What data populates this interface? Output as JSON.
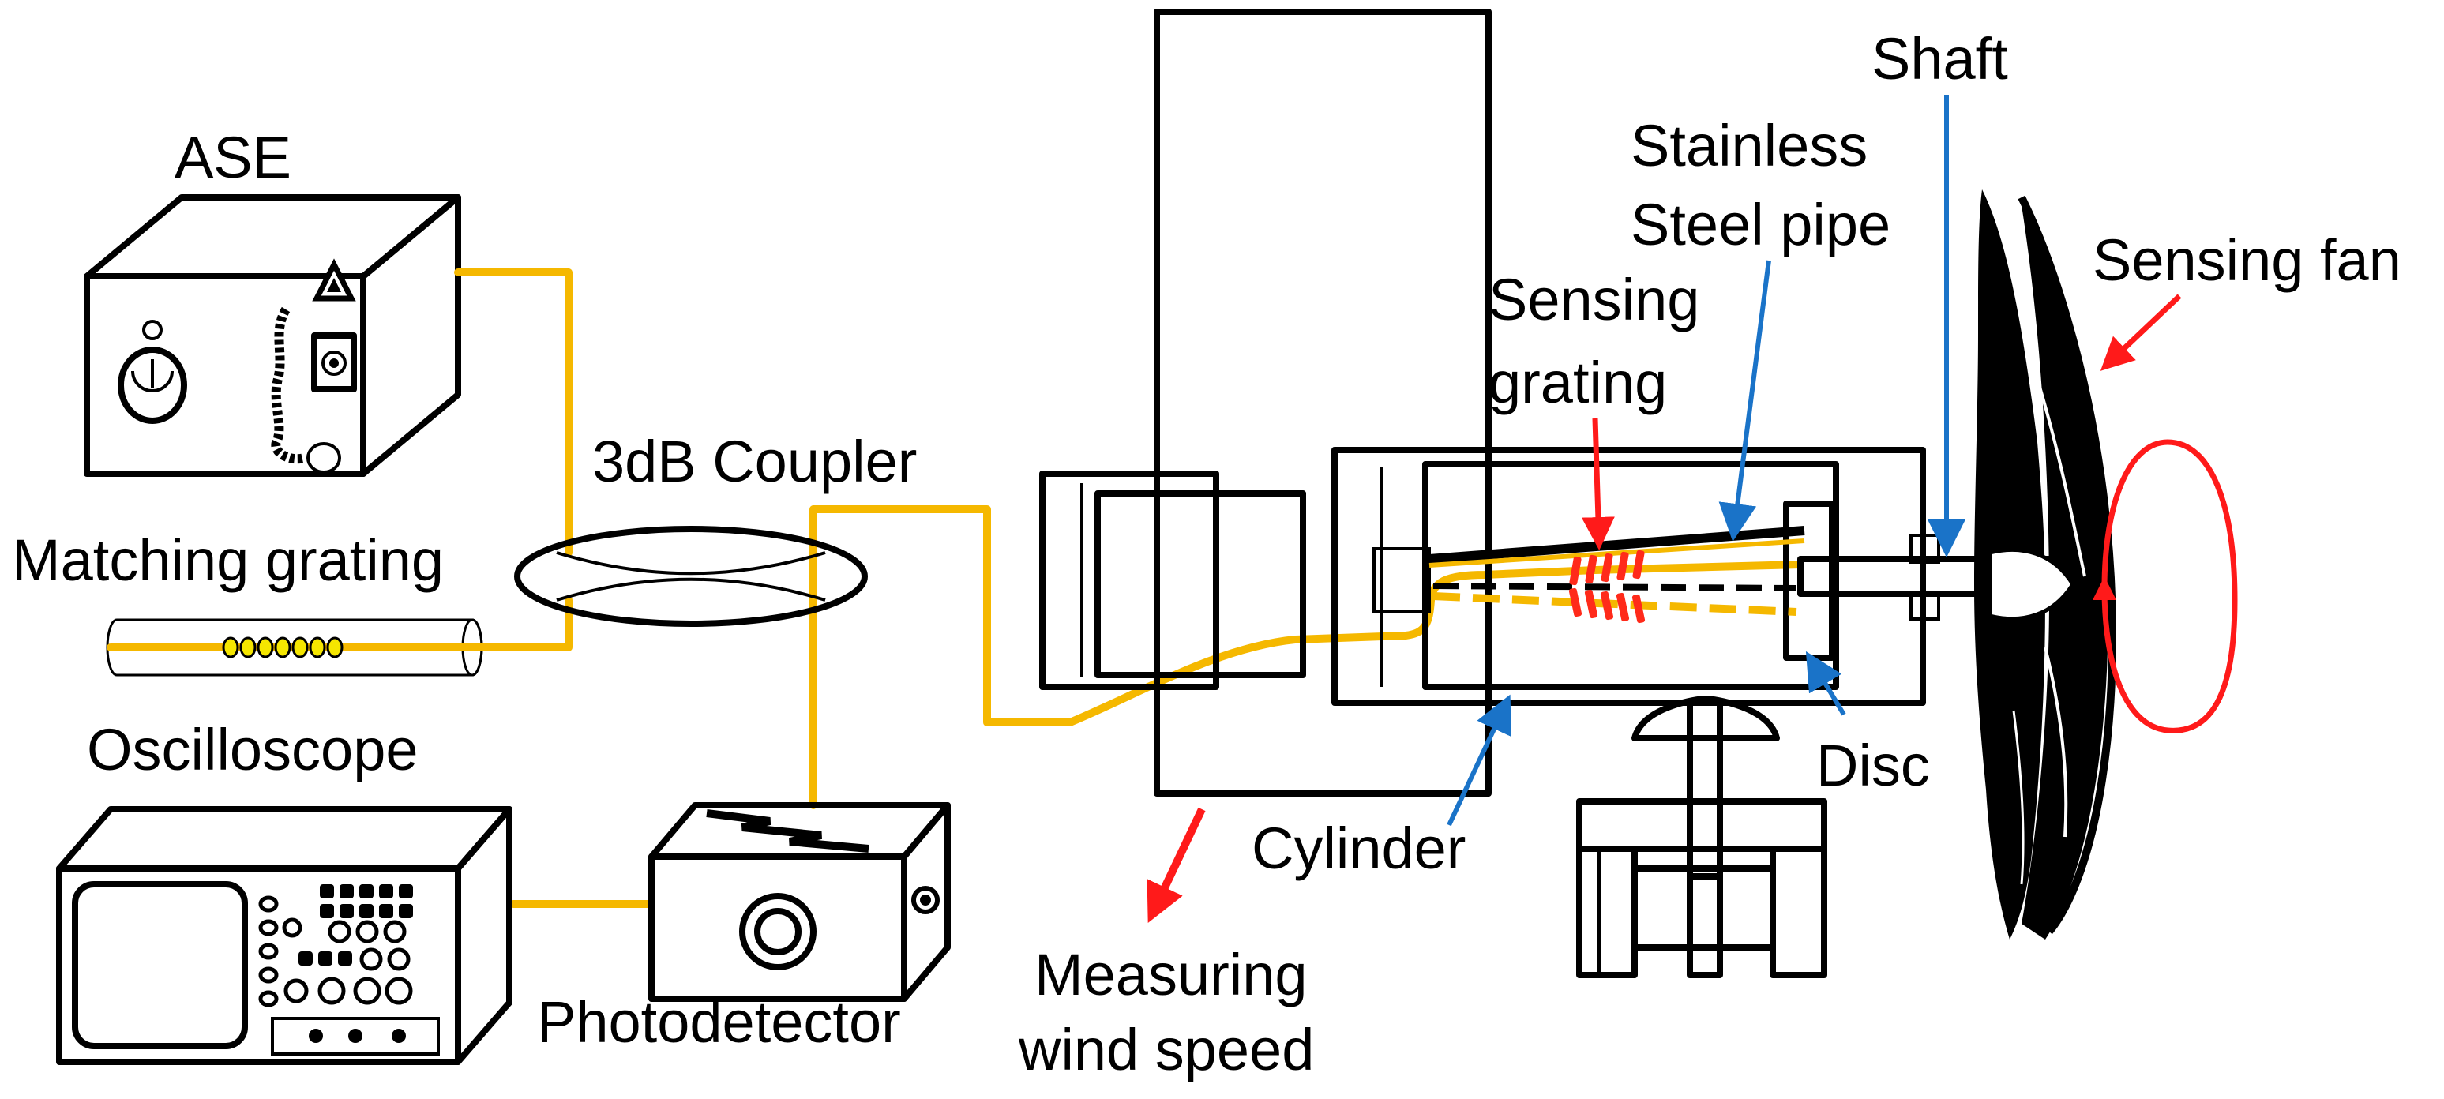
{
  "labels": {
    "ase": "ASE",
    "coupler": "3dB Coupler",
    "matching_grating": "Matching grating",
    "oscilloscope": "Oscilloscope",
    "photodetector": "Photodetector",
    "measuring_line1": "Measuring",
    "measuring_line2": "wind speed",
    "shaft": "Shaft",
    "pipe_line1": "Stainless",
    "pipe_line2": "Steel pipe",
    "sensing_grating_line1": "Sensing",
    "sensing_grating_line2": "grating",
    "sensing_fan": "Sensing fan",
    "cylinder": "Cylinder",
    "disc": "Disc"
  },
  "colors": {
    "fiber": "#f5b800",
    "grating": "#ff2a1a",
    "pointer_blue": "#1a73c8",
    "pointer_red": "#ff1a1a",
    "outline": "#000000"
  },
  "icons": {
    "warning": "warning-triangle-icon",
    "rotation": "rotation-arrow-icon"
  }
}
